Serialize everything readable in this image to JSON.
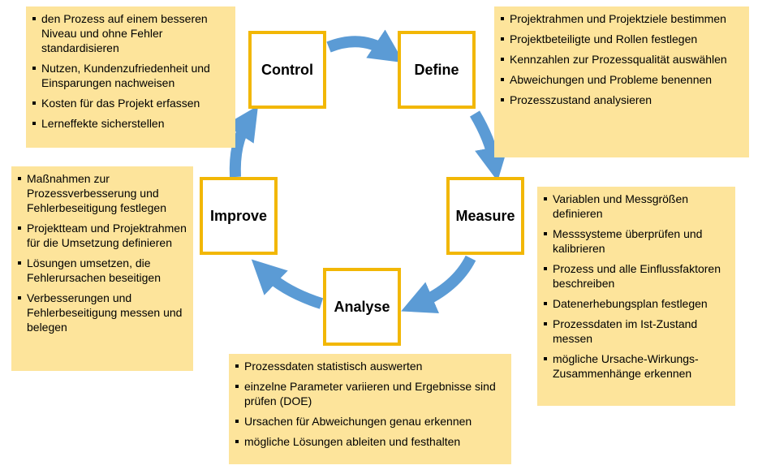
{
  "colors": {
    "box_border": "#f2b705",
    "info_fill": "#fde49b",
    "arrow": "#5b9bd5"
  },
  "phases": {
    "control": "Control",
    "define": "Define",
    "measure": "Measure",
    "analyse": "Analyse",
    "improve": "Improve"
  },
  "notes": {
    "control": [
      "den Prozess auf einem besseren Niveau und ohne Fehler standardisieren",
      "Nutzen, Kundenzufriedenheit und Einsparungen nachweisen",
      "Kosten für das Projekt erfassen",
      "Lerneffekte sicherstellen"
    ],
    "define": [
      "Projektrahmen und Projektziele bestimmen",
      "Projektbeteiligte und Rollen festlegen",
      "Kennzahlen zur Prozessqualität auswählen",
      "Abweichungen und Probleme benennen",
      "Prozesszustand analysieren"
    ],
    "measure": [
      "Variablen und Messgrößen definieren",
      "Messsysteme überprüfen und kalibrieren",
      "Prozess und alle Einflussfaktoren beschreiben",
      "Datenerhebungsplan festlegen",
      "Prozessdaten im Ist-Zustand messen",
      "mögliche Ursache-Wirkungs-Zusammenhänge erkennen"
    ],
    "analyse": [
      "Prozessdaten statistisch auswerten",
      "einzelne Parameter variieren und Ergebnisse sind prüfen (DOE)",
      "Ursachen für Abweichungen genau erkennen",
      "mögliche Lösungen ableiten und festhalten"
    ],
    "improve": [
      "Maßnahmen zur Prozessverbesserung und Fehlerbeseitigung festlegen",
      "Projektteam und Projektrahmen für die Umsetzung definieren",
      "Lösungen umsetzen, die Fehlerursachen beseitigen",
      "Verbesserungen und Fehlerbeseitigung messen und belegen"
    ]
  }
}
